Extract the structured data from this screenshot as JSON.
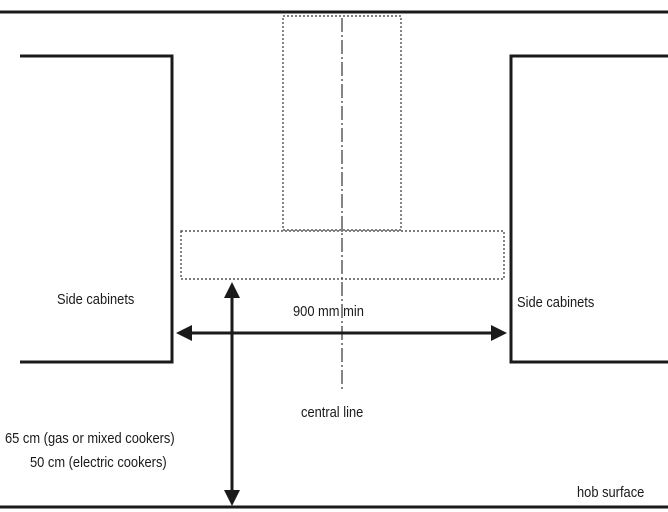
{
  "labels": {
    "side_cabinets_left": "Side cabinets",
    "side_cabinets_right": "Side cabinets",
    "min_width": "900 mm min",
    "central_line": "central line",
    "height_gas": "65 cm (gas or mixed cookers)",
    "height_electric": "50 cm (electric cookers)",
    "hob_surface": "hob surface"
  }
}
